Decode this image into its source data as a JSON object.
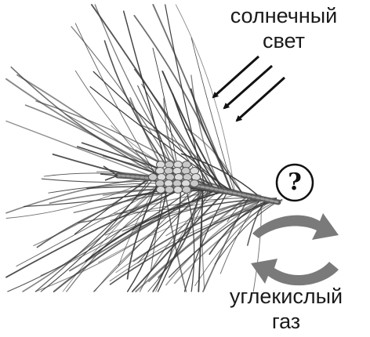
{
  "labels": {
    "sunlight_line1": "солнечный",
    "sunlight_line2": "свет",
    "co2_line1": "углекислый",
    "co2_line2": "газ",
    "question": "?"
  },
  "colors": {
    "ink": "#111111",
    "needle": "#3a3a3a",
    "cone": "#c9c9c9",
    "exchange_arrow": "#7a7a7a"
  },
  "icons": {
    "sunlight": "arrow-icon",
    "exchange_out": "curved-arrow-icon",
    "exchange_in": "curved-arrow-icon",
    "question": "question-mark-icon"
  }
}
